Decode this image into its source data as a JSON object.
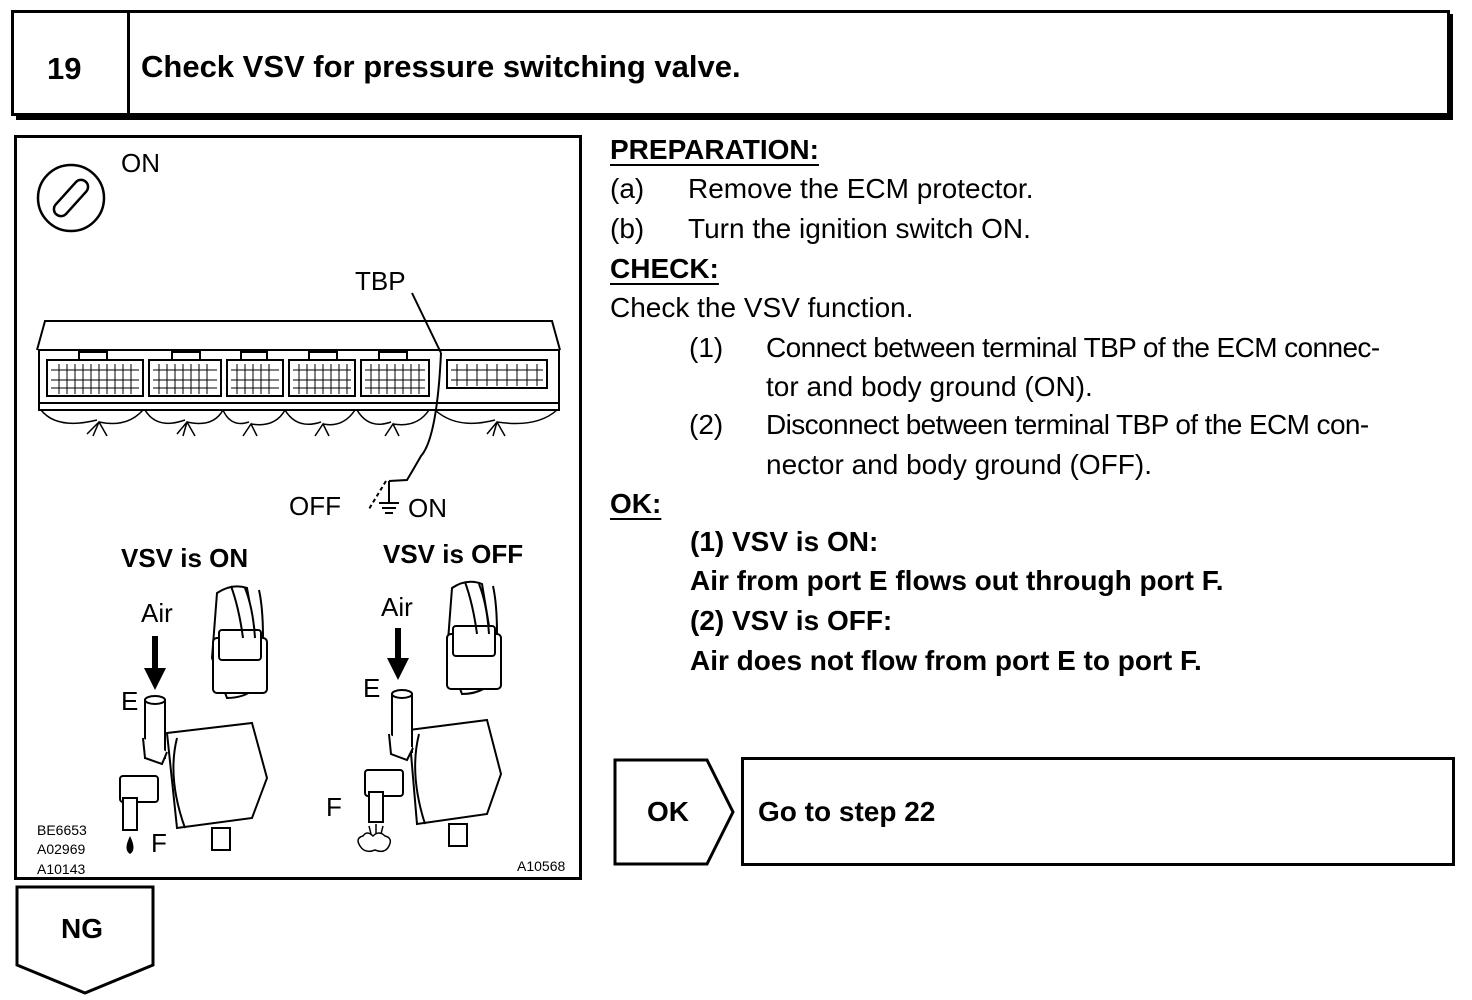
{
  "step": {
    "number": "19",
    "title": "Check VSV for pressure switching valve."
  },
  "figure": {
    "ignition_label": "ON",
    "tbp_label": "TBP",
    "off_label": "OFF",
    "on_label": "ON",
    "left_title": "VSV is ON",
    "right_title": "VSV is OFF",
    "air_label": "Air",
    "port_e": "E",
    "port_f": "F",
    "codes": [
      "BE6653",
      "A02969",
      "A10143"
    ],
    "code_right": "A10568"
  },
  "preparation": {
    "heading": "PREPARATION:",
    "items": [
      {
        "marker": "(a)",
        "text": "Remove the ECM protector."
      },
      {
        "marker": "(b)",
        "text": "Turn the ignition switch ON."
      }
    ]
  },
  "check": {
    "heading": "CHECK:",
    "intro": "Check the VSV function.",
    "items": [
      {
        "marker": "(1)",
        "line1": "Connect between terminal TBP of the ECM connec-",
        "line2": "tor and body ground (ON)."
      },
      {
        "marker": "(2)",
        "line1": "Disconnect between terminal TBP of the ECM con-",
        "line2": "nector and body ground (OFF)."
      }
    ]
  },
  "ok": {
    "heading": "OK:",
    "lines": [
      "(1) VSV is ON:",
      "Air from port E flows out through port F.",
      "(2) VSV is OFF:",
      "Air does not flow from port E to port F."
    ]
  },
  "result_ok": {
    "label": "OK",
    "text": "Go to step 22"
  },
  "result_ng": {
    "label": "NG"
  }
}
